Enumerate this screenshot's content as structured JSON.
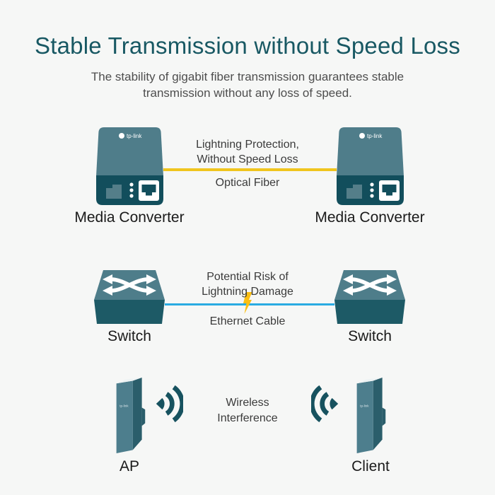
{
  "header": {
    "title": "Stable Transmission without Speed Loss",
    "subtitle_line1": "The stability of gigabit fiber transmission guarantees stable",
    "subtitle_line2": "transmission without any loss of speed."
  },
  "brand": {
    "name": "tp-link"
  },
  "rows": {
    "fiber": {
      "annotation_line1": "Lightning Protection,",
      "annotation_line2": "Without Speed Loss",
      "cable_label": "Optical Fiber",
      "left_device_label": "Media Converter",
      "right_device_label": "Media Converter"
    },
    "ethernet": {
      "annotation_line1": "Potential Risk of",
      "annotation_line2": "Lightning Damage",
      "cable_label": "Ethernet Cable",
      "left_device_label": "Switch",
      "right_device_label": "Switch"
    },
    "wireless": {
      "annotation_line1": "Wireless",
      "annotation_line2": "Interference",
      "left_device_label": "AP",
      "right_device_label": "Client"
    }
  },
  "colors": {
    "background": "#f6f7f6",
    "title_teal": "#185863",
    "device_body_teal": "#4f7d8a",
    "device_panel_dark": "#124e5c",
    "switch_front_dark": "#1d5a66",
    "ap_side_dark": "#2b5e6b",
    "wifi_icon_teal": "#17525f",
    "optical_fiber_line": "#f0c51e",
    "ethernet_line": "#2aabe2",
    "lightning_yellow": "#fcbf12"
  }
}
